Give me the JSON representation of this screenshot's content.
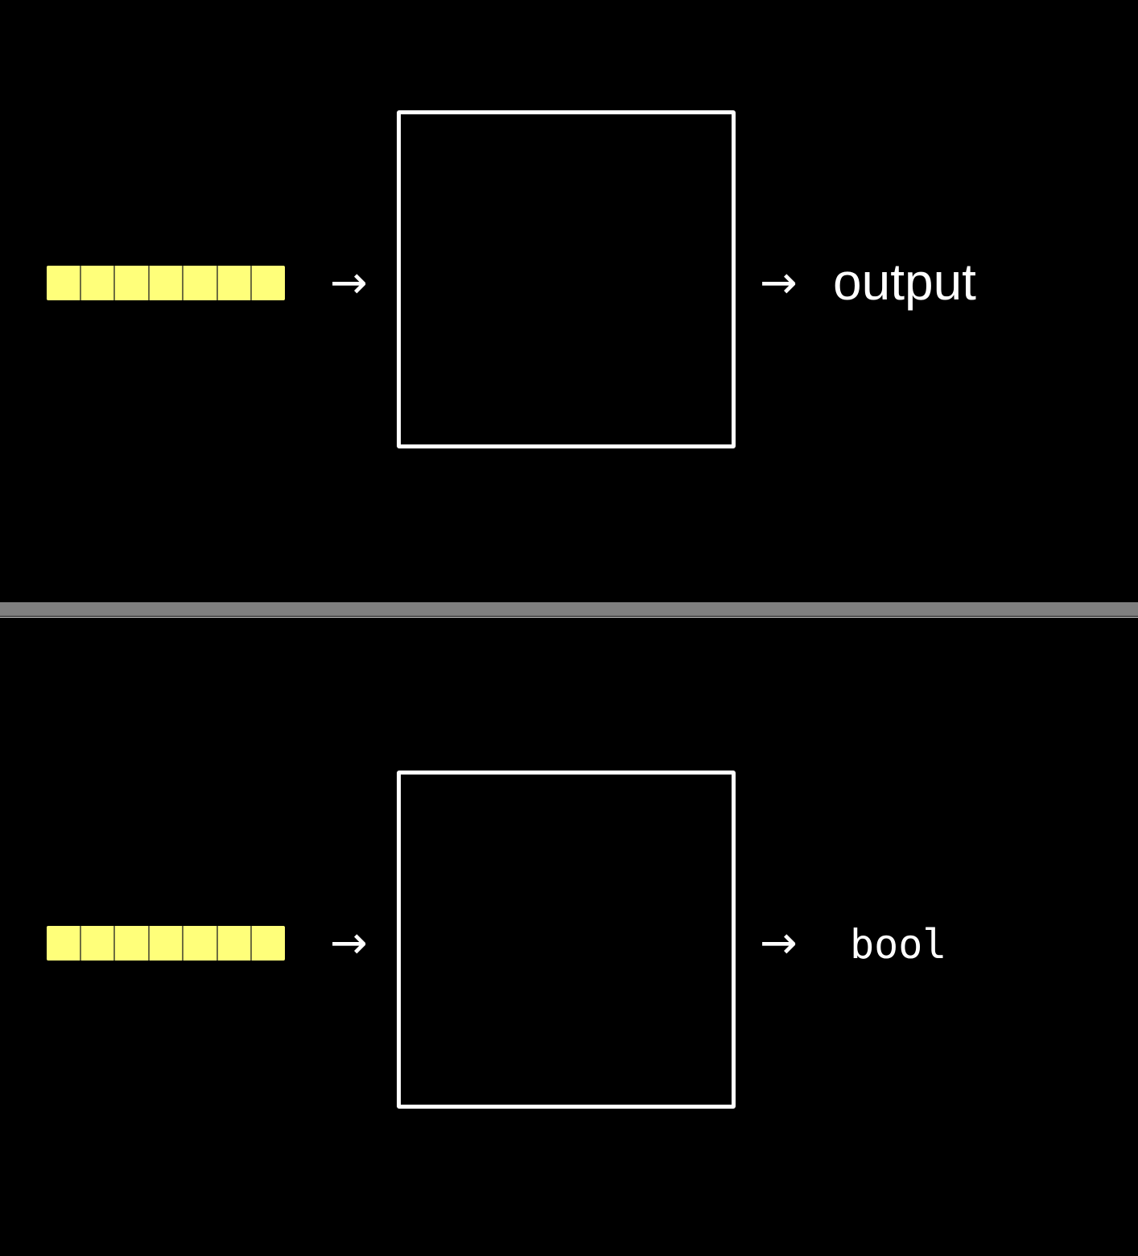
{
  "diagrams": [
    {
      "input_cells": 7,
      "input_color": "#ffff7a",
      "arrow_in": "→",
      "arrow_out": "→",
      "output_label": "output",
      "output_font": "sans"
    },
    {
      "input_cells": 7,
      "input_color": "#ffff7a",
      "arrow_in": "→",
      "arrow_out": "→",
      "output_label": "bool",
      "output_font": "mono"
    }
  ],
  "colors": {
    "background": "#000000",
    "divider": "#7f7f7f",
    "box_stroke": "#ffffff",
    "text": "#ffffff"
  }
}
